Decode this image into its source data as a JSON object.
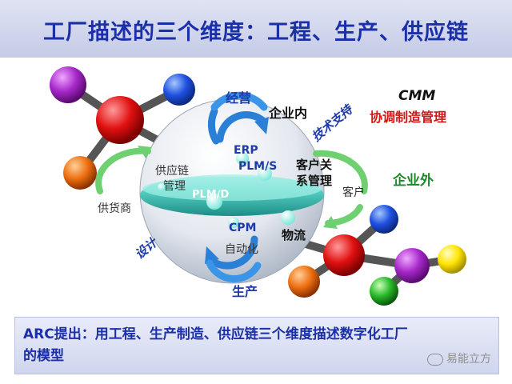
{
  "title": "工厂描述的三个维度：工程、生产、供应链",
  "diagram": {
    "top": "经营",
    "enterprise_inner": "企业内",
    "cmm": "CMM",
    "cmm_desc": "协调制造管理",
    "tech_support": "技术支持",
    "erp": "ERP",
    "plms": "PLM/S",
    "crm_line1": "客户关",
    "crm_line2": "系管理",
    "enterprise_outer": "企业外",
    "scm_line1": "供应链",
    "scm_line2": "管理",
    "supplier": "供货商",
    "customer": "客户",
    "plmd": "PLM/D",
    "cpm": "CPM",
    "logistics": "物流",
    "design": "设计",
    "automation": "自动化",
    "production": "生产"
  },
  "footer": {
    "line1": "ARC提出：用工程、生产制造、供应链三个维度描述数字化工厂",
    "line2": "的模型"
  },
  "watermark": "易能立方"
}
